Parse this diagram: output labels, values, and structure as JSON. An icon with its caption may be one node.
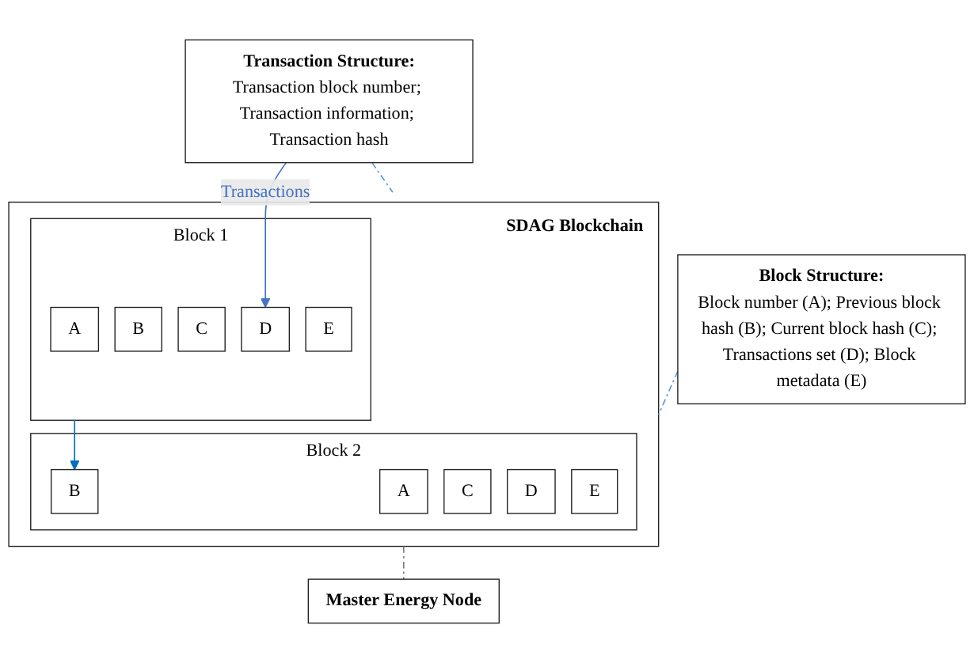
{
  "diagram": {
    "nodes": [
      {
        "text": [
          "Transaction Structure:",
          "Transaction block number; Transaction information; Transaction hash"
        ]
      },
      {
        "text": [
          "Block Structure:",
          "Block number (A); Previous block hash (B); Current block hash (C); Transactions set (D); Block metadata (E)"
        ]
      },
      {
        "text": [
          "SDAG Blockchain"
        ]
      },
      {
        "text": [
          "Block 1"
        ],
        "in": 2
      },
      {
        "text": [
          "A"
        ],
        "in": 3
      },
      {
        "text": [
          "B"
        ],
        "in": 3
      },
      {
        "text": [
          "C"
        ],
        "in": 3
      },
      {
        "text": [
          "D"
        ],
        "in": 3
      },
      {
        "text": [
          "E"
        ],
        "in": 3
      },
      {
        "text": [
          "Block 2"
        ],
        "in": 2
      },
      {
        "text": [
          "A"
        ],
        "in": 9
      },
      {
        "text": [
          "B"
        ],
        "in": 9
      },
      {
        "text": [
          "C"
        ],
        "in": 9
      },
      {
        "text": [
          "D"
        ],
        "in": 9
      },
      {
        "text": [
          "E"
        ],
        "in": 9
      },
      {
        "text": [
          "Master Energy Node"
        ]
      }
    ],
    "edges": [
      {
        "from": 0,
        "to": 7,
        "arrow": "to",
        "label": "Transactions",
        "color": "#4472c4"
      },
      {
        "from": 3,
        "to": 11,
        "arrow": "to",
        "color": "#0070c0"
      },
      {
        "from": 0,
        "to": 2,
        "arrow": "none",
        "style": "dashed",
        "color": "#5b9bd5"
      },
      {
        "from": 1,
        "to": 2,
        "arrow": "none",
        "style": "dashed",
        "color": "#5b9bd5"
      },
      {
        "from": 2,
        "to": 15,
        "arrow": "none",
        "style": "dashed",
        "color": "#7f7f7f"
      }
    ]
  }
}
